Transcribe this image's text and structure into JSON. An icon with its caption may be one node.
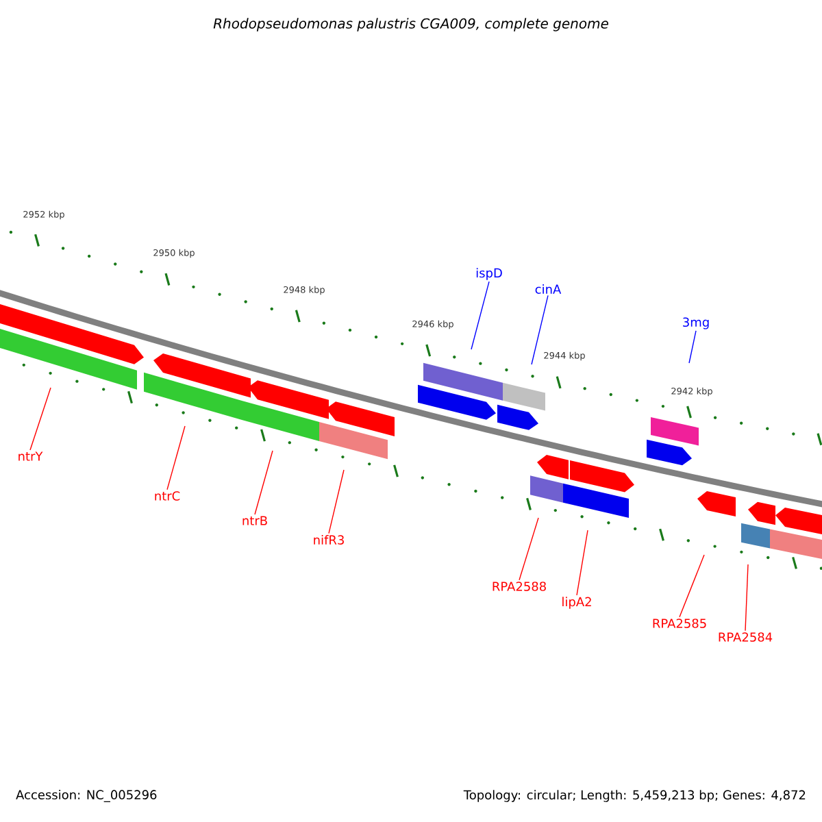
{
  "diagram": {
    "title": "Rhodopseudomonas palustris CGA009, complete genome",
    "nodes": [
      {
        "text": [
          "ispD"
        ]
      },
      {
        "text": [
          "cinA"
        ]
      },
      {
        "text": [
          "3mg"
        ]
      },
      {
        "text": [
          "ntrY"
        ]
      },
      {
        "text": [
          "ntrC"
        ]
      },
      {
        "text": [
          "ntrB"
        ]
      },
      {
        "text": [
          "nifR3"
        ]
      },
      {
        "text": [
          "RPA2588"
        ]
      },
      {
        "text": [
          "lipA2"
        ]
      },
      {
        "text": [
          "RPA2585"
        ]
      },
      {
        "text": [
          "RPA2584"
        ]
      }
    ],
    "edges": [
      {
        "from": 0,
        "to": null,
        "arrow": "none",
        "color": "#0000ff"
      },
      {
        "from": 1,
        "to": null,
        "arrow": "none",
        "color": "#0000ff"
      },
      {
        "from": 2,
        "to": null,
        "arrow": "none",
        "color": "#0000ff"
      },
      {
        "from": 3,
        "to": null,
        "arrow": "none"
      },
      {
        "from": 4,
        "to": null,
        "arrow": "none"
      },
      {
        "from": 5,
        "to": null,
        "arrow": "none"
      },
      {
        "from": 6,
        "to": null,
        "arrow": "none"
      },
      {
        "from": 7,
        "to": null,
        "arrow": "none"
      },
      {
        "from": 8,
        "to": null,
        "arrow": "none"
      },
      {
        "from": 9,
        "to": null,
        "arrow": "none"
      },
      {
        "from": 10,
        "to": null,
        "arrow": "none"
      }
    ],
    "labels": [
      "2952 kbp",
      "2950 kbp",
      "2948 kbp",
      "2946 kbp",
      "2944 kbp",
      "2942 kbp",
      "Accession: NC_005296",
      "Topology: circular; Length: 5,459,213 bp; Genes: 4,872"
    ]
  }
}
